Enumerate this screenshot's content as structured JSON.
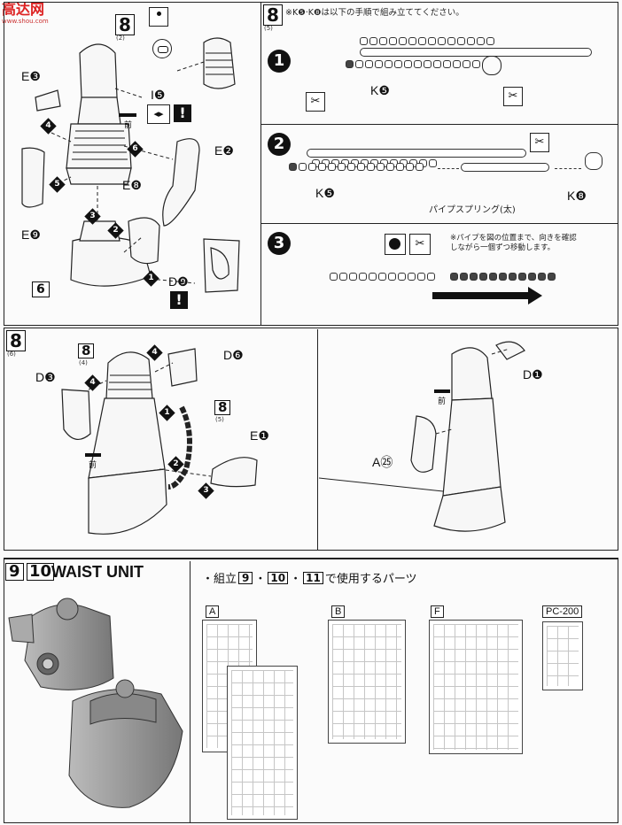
{
  "watermark": {
    "site": "高达网",
    "url": "www.shou.com"
  },
  "panel_top_left": {
    "step": "8",
    "step_sub": "(2)",
    "labels": {
      "e3": "E❸",
      "e8": "E❽",
      "e2": "E❷",
      "e9": "E❾",
      "d9": "D❾",
      "i5": "I❺",
      "step6": "6"
    },
    "front_label": "前",
    "steps": [
      "1",
      "2",
      "3",
      "4",
      "5",
      "6"
    ]
  },
  "panel_top_right": {
    "step": "8",
    "step_sub": "(5)",
    "instruction": "※K❺·K❽は以下の手順で組み立ててください。",
    "sub1": "1",
    "sub2": "2",
    "sub3": "3",
    "k5_label_1": "K❺",
    "k5_label_2": "K❺",
    "k8_label": "K❽",
    "pipe_spring": "パイプスプリング(太)",
    "note3": "※パイプを図の位置まで、向きを確認\nしながら一個ずつ移動します。"
  },
  "panel_mid": {
    "step": "8",
    "step_sub": "(6)",
    "ref_step_a": "8",
    "ref_step_a_sub": "(4)",
    "ref_step_b": "8",
    "ref_step_b_sub": "(5)",
    "labels": {
      "d3": "D❸",
      "d6": "D❻",
      "e1": "E❶",
      "d1": "D❶",
      "a25": "A㉕"
    },
    "front_label": "前",
    "steps": [
      "1",
      "2",
      "3",
      "4"
    ]
  },
  "panel_bottom": {
    "step_a": "9",
    "step_b": "10",
    "title": "WAIST UNIT",
    "parts_caption_prefix": "・組立",
    "parts_caption_steps": [
      "9",
      "10",
      "11"
    ],
    "parts_caption_sep": "・",
    "parts_caption_suffix": "で使用するパーツ",
    "runners": [
      "A",
      "B",
      "F",
      "PC-200"
    ]
  }
}
